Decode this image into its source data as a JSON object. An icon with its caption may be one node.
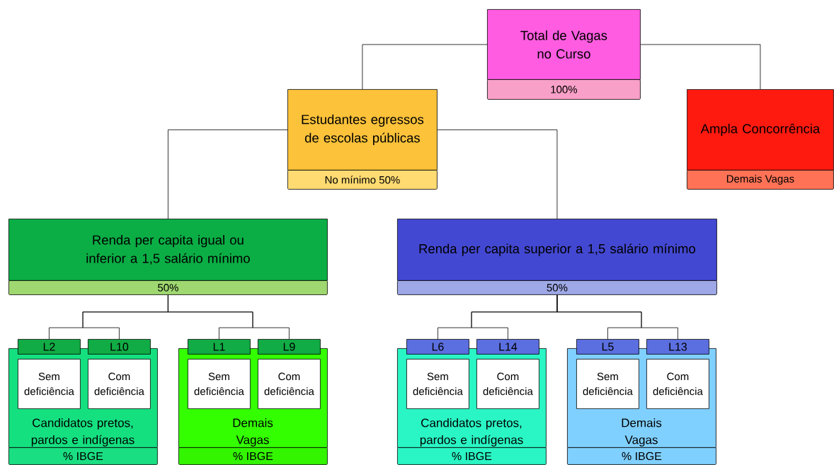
{
  "diagram": {
    "nodes": [
      {
        "text": [
          "Total de Vagas no Curso",
          "100%"
        ]
      },
      {
        "text": [
          "Estudantes egressos de escolas públicas",
          "No mínimo 50%"
        ]
      },
      {
        "text": [
          "Ampla Concorrência",
          "Demais Vagas"
        ]
      },
      {
        "text": [
          "Renda per capita igual ou inferior a 1,5 salário mínimo",
          "50%"
        ]
      },
      {
        "text": [
          "Renda per capita superior a 1,5 salário mínimo",
          "50%"
        ]
      },
      {
        "text": [
          "Candidatos pretos, pardos e indígenas",
          "% IBGE"
        ]
      },
      {
        "text": [
          "L2"
        ]
      },
      {
        "text": [
          "L10"
        ]
      },
      {
        "text": [
          "Sem deficiência"
        ],
        "in": 5
      },
      {
        "text": [
          "Com deficiência"
        ],
        "in": 5
      },
      {
        "text": [
          "Demais Vagas",
          "% IBGE"
        ]
      },
      {
        "text": [
          "L1"
        ]
      },
      {
        "text": [
          "L9"
        ]
      },
      {
        "text": [
          "Sem deficiência"
        ],
        "in": 10
      },
      {
        "text": [
          "Com deficiência"
        ],
        "in": 10
      },
      {
        "text": [
          "Candidatos pretos, pardos e indígenas",
          "% IBGE"
        ]
      },
      {
        "text": [
          "L6"
        ]
      },
      {
        "text": [
          "L14"
        ]
      },
      {
        "text": [
          "Sem deficiência"
        ],
        "in": 15
      },
      {
        "text": [
          "Com deficiência"
        ],
        "in": 15
      },
      {
        "text": [
          "Demais Vagas",
          "% IBGE"
        ]
      },
      {
        "text": [
          "L5"
        ]
      },
      {
        "text": [
          "L13"
        ]
      },
      {
        "text": [
          "Sem deficiência"
        ],
        "in": 20
      },
      {
        "text": [
          "Com deficiência"
        ],
        "in": 20
      }
    ],
    "edges": [
      {
        "from": 0,
        "to": 1,
        "arrow": "none"
      },
      {
        "from": 0,
        "to": 2,
        "arrow": "none"
      },
      {
        "from": 1,
        "to": 3,
        "arrow": "none"
      },
      {
        "from": 1,
        "to": 4,
        "arrow": "none"
      },
      {
        "from": 3,
        "to": 6,
        "arrow": "none"
      },
      {
        "from": 3,
        "to": 7,
        "arrow": "none"
      },
      {
        "from": 3,
        "to": 11,
        "arrow": "none"
      },
      {
        "from": 3,
        "to": 12,
        "arrow": "none"
      },
      {
        "from": 4,
        "to": 16,
        "arrow": "none"
      },
      {
        "from": 4,
        "to": 17,
        "arrow": "none"
      },
      {
        "from": 4,
        "to": 21,
        "arrow": "none"
      },
      {
        "from": 4,
        "to": 22,
        "arrow": "none"
      }
    ]
  }
}
